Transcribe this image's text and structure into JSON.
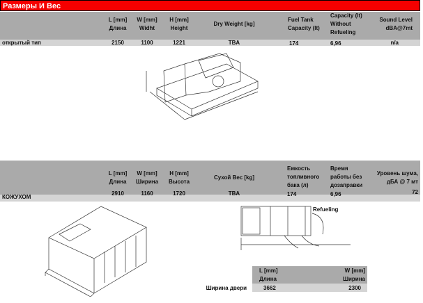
{
  "title": "Размеры И Вес",
  "table1": {
    "headers": [
      [
        "L [mm]",
        "Длина"
      ],
      [
        "W [mm]",
        "Widht"
      ],
      [
        "H  [mm]",
        "Height"
      ],
      [
        "Dry Weight [kg]"
      ],
      [
        "Fuel Tank",
        "Capacity (lt)"
      ],
      [
        "Capacity (lt)",
        "Without",
        "Refueling"
      ],
      [
        "Sound Level",
        "dBA@7mt"
      ]
    ],
    "row": {
      "label": "открытый тип",
      "values": [
        "2150",
        "1100",
        "1221",
        "TBA",
        "174",
        "6,96",
        "n/a"
      ]
    }
  },
  "table2": {
    "headers": [
      [
        "L [mm]",
        "Длина"
      ],
      [
        "W [mm]",
        "Ширина"
      ],
      [
        "H  [mm]",
        "Высота"
      ],
      [
        "Сухой Вес [kg]"
      ],
      [
        "Емкость",
        "топливного",
        "бака (л)"
      ],
      [
        "Время",
        "работы без",
        "дозаправки"
      ],
      [
        "Уровень шума,",
        "дБА @ 7 мт"
      ]
    ],
    "row": {
      "label": "КОЖУХОМ",
      "values": [
        "2910",
        "1160",
        "1720",
        "TBA",
        "174",
        "6,96",
        "72"
      ]
    }
  },
  "drawing_label": "Refueling",
  "table3": {
    "headers": [
      [
        "L [mm]",
        "Длина"
      ],
      [
        "W [mm]",
        "Ширина"
      ]
    ],
    "row": {
      "label": "Ширина двери",
      "values": [
        "3662",
        "2300"
      ]
    }
  }
}
